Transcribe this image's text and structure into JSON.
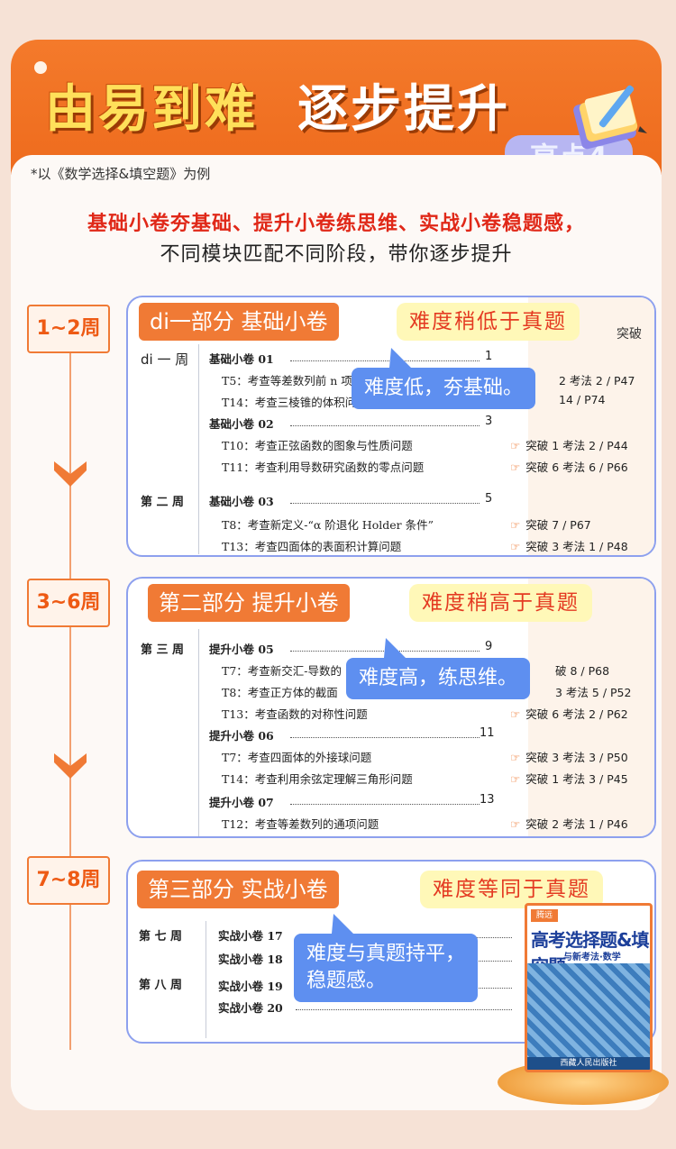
{
  "header": {
    "title_left": "由易到难",
    "title_right": "逐步提升",
    "highlight": "亮点4"
  },
  "note": "*以《数学选择&填空题》为例",
  "subtitle_line1": "基础小卷夯基础、提升小卷练思维、实战小卷稳题感，",
  "subtitle_line2": "不同模块匹配不同阶段，带你逐步提升",
  "weeks": [
    "1~2周",
    "3~6周",
    "7~8周"
  ],
  "sections": [
    {
      "title": "di一部分  基础小卷",
      "tag": "难度稍低于真题",
      "corner": "突破",
      "callout": "难度低，夯基础。",
      "rows": [
        {
          "week": "di 一 周",
          "label": "基础小卷 01",
          "page": "1"
        },
        {
          "text": "T5：考查等差数列前 n 项",
          "ref": "2   考法 2 / P47"
        },
        {
          "text": "T14：考查三棱锥的体积问",
          "ref": "14 / P74"
        },
        {
          "label": "基础小卷 02",
          "page": "3"
        },
        {
          "text": "T10：考查正弦函数的图象与性质问题",
          "ref": "突破 1   考法 2 / P44"
        },
        {
          "text": "T11：考查利用导数研究函数的零点问题",
          "ref": "突破 6   考法 6 / P66"
        },
        {
          "week": "第 二 周",
          "label": "基础小卷 03",
          "page": "5"
        },
        {
          "text": "T8：考查新定义-“α 阶退化 Holder 条件”",
          "ref": "突破 7 / P67"
        },
        {
          "text": "T13：考查四面体的表面积计算问题",
          "ref": "突破 3   考法 1 / P48"
        }
      ]
    },
    {
      "title": "第二部分  提升小卷",
      "tag": "难度稍高于真题",
      "callout": "难度高，练思维。",
      "rows": [
        {
          "week": "第 三 周",
          "label": "提升小卷 05",
          "page": "9"
        },
        {
          "text": "T7：考查新交汇-导数的",
          "ref": "破 8 / P68"
        },
        {
          "text": "T8：考查正方体的截面",
          "ref": "3   考法 5 / P52"
        },
        {
          "text": "T13：考查函数的对称性问题",
          "ref": "突破 6   考法 2 / P62"
        },
        {
          "label": "提升小卷 06",
          "page": "11"
        },
        {
          "text": "T7：考查四面体的外接球问题",
          "ref": "突破 3   考法 3 / P50"
        },
        {
          "text": "T14：考查利用余弦定理解三角形问题",
          "ref": "突破 1   考法 3 / P45"
        },
        {
          "label": "提升小卷 07",
          "page": "13"
        },
        {
          "text": "T12：考查等差数列的通项问题",
          "ref": "突破 2   考法 1 / P46"
        }
      ]
    },
    {
      "title": "第三部分    实战小卷",
      "tag": "难度等同于真题",
      "callout_line1": "难度与真题持平，",
      "callout_line2": "稳题感。",
      "rows": [
        {
          "week": "第 七 周",
          "label": "实战小卷 17"
        },
        {
          "label": "实战小卷 18"
        },
        {
          "week": "第 八 周",
          "label": "实战小卷 19"
        },
        {
          "label": "实战小卷 20"
        }
      ]
    }
  ],
  "book": {
    "brand": "腾远",
    "title": "高考选择题&填空题",
    "subtitle": "与新考法·数学",
    "publisher": "西藏人民出版社"
  },
  "colors": {
    "orange": "#f07a35",
    "blue": "#5e8ff0",
    "red": "#e02818",
    "yellow": "#ffe05a"
  }
}
